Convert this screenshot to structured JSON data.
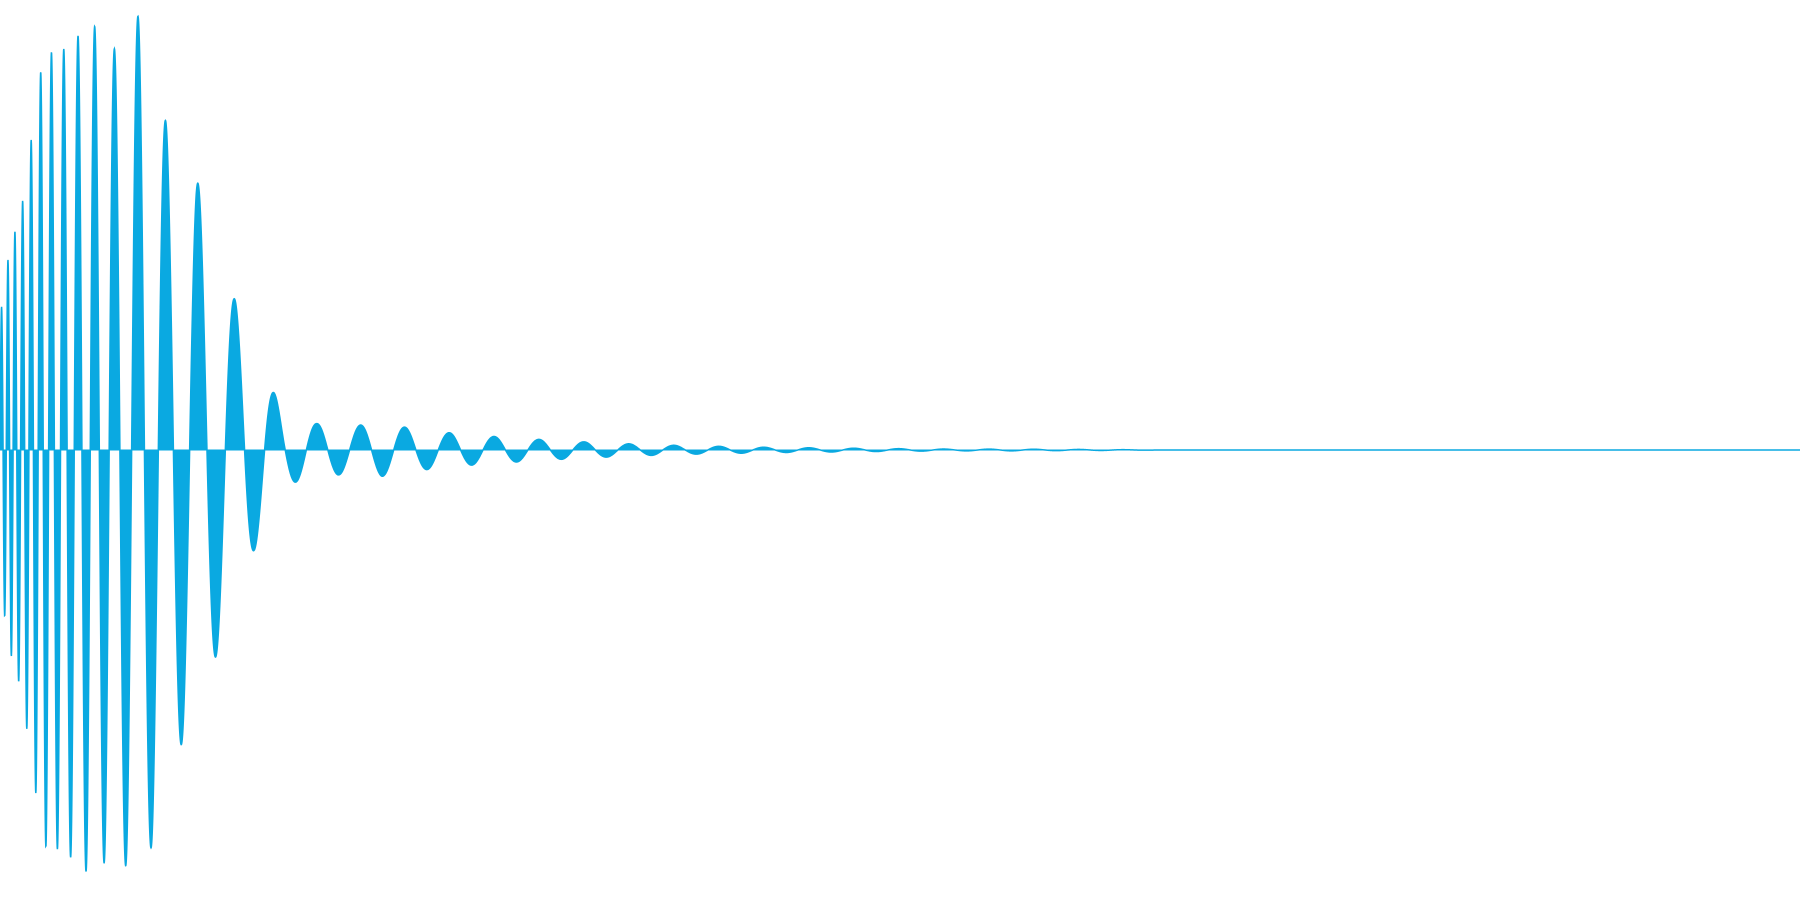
{
  "chart_data": {
    "type": "area",
    "kind": "audio-waveform",
    "title": "",
    "xlabel": "",
    "ylabel": "",
    "grid": false,
    "legend": "none",
    "ylim": [
      -1,
      1
    ],
    "xlim": [
      0,
      1
    ],
    "series": [
      {
        "color": "#0AA9E1",
        "description_points": [
          {
            "x": 0.0,
            "y": 0.3
          },
          {
            "x": 0.005,
            "y": 0.45
          },
          {
            "x": 0.012,
            "y": 0.55
          },
          {
            "x": 0.024,
            "y": 0.9
          },
          {
            "x": 0.035,
            "y": 0.91
          },
          {
            "x": 0.051,
            "y": 0.97
          },
          {
            "x": 0.064,
            "y": 0.91
          },
          {
            "x": 0.079,
            "y": 1.0
          },
          {
            "x": 0.094,
            "y": 0.71
          },
          {
            "x": 0.109,
            "y": 0.62
          },
          {
            "x": 0.125,
            "y": 0.4
          },
          {
            "x": 0.141,
            "y": 0.23
          },
          {
            "x": 0.158,
            "y": 0.08
          },
          {
            "x": 0.176,
            "y": 0.06
          },
          {
            "x": 0.194,
            "y": 0.055
          },
          {
            "x": 0.212,
            "y": 0.06
          },
          {
            "x": 0.236,
            "y": 0.045
          },
          {
            "x": 0.26,
            "y": 0.035
          },
          {
            "x": 0.284,
            "y": 0.028
          },
          {
            "x": 0.308,
            "y": 0.022
          },
          {
            "x": 0.332,
            "y": 0.017
          },
          {
            "x": 0.356,
            "y": 0.013
          },
          {
            "x": 0.38,
            "y": 0.01
          },
          {
            "x": 0.404,
            "y": 0.008
          },
          {
            "x": 0.428,
            "y": 0.006
          },
          {
            "x": 0.452,
            "y": 0.005
          },
          {
            "x": 0.476,
            "y": 0.004
          },
          {
            "x": 0.5,
            "y": 0.003
          },
          {
            "x": 0.53,
            "y": 0.002
          },
          {
            "x": 0.56,
            "y": 0.002
          },
          {
            "x": 0.59,
            "y": 0.0015
          },
          {
            "x": 0.615,
            "y": 0.001
          },
          {
            "x": 0.65,
            "y": 0.0
          },
          {
            "x": 1.0,
            "y": 0.0
          }
        ]
      }
    ]
  }
}
